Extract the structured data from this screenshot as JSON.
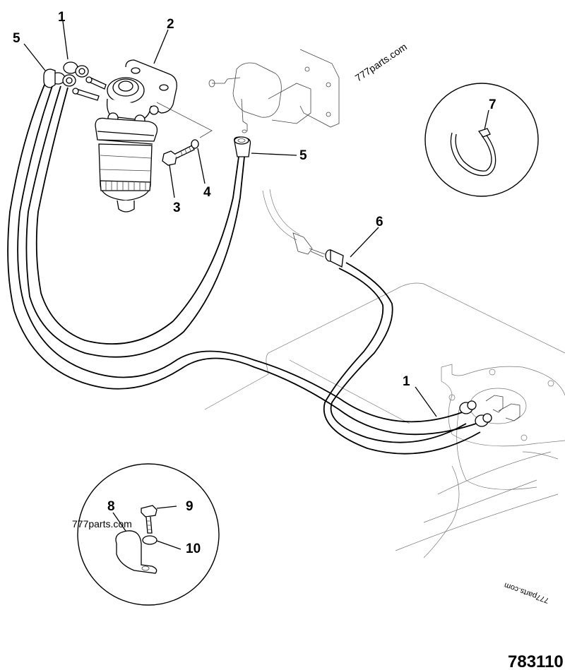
{
  "diagram": {
    "figure_number": "783110",
    "watermarks": [
      "777parts.com",
      "777parts.com",
      "777parts.com"
    ],
    "callouts": [
      {
        "id": "c1a",
        "label": "1",
        "part": "hose (filter connection)"
      },
      {
        "id": "c2",
        "label": "2",
        "part": "fuel filter assembly"
      },
      {
        "id": "c5a",
        "label": "5",
        "part": "elbow connector"
      },
      {
        "id": "c5b",
        "label": "5",
        "part": "connector at lift pump"
      },
      {
        "id": "c3",
        "label": "3",
        "part": "bolt"
      },
      {
        "id": "c4",
        "label": "4",
        "part": "washer"
      },
      {
        "id": "c6",
        "label": "6",
        "part": "hose to injection line"
      },
      {
        "id": "c7",
        "label": "7",
        "part": "cable tie"
      },
      {
        "id": "c1b",
        "label": "1",
        "part": "hose (tank connection)"
      },
      {
        "id": "c8",
        "label": "8",
        "part": "P-clip"
      },
      {
        "id": "c9",
        "label": "9",
        "part": "clip bolt"
      },
      {
        "id": "c10",
        "label": "10",
        "part": "clip washer"
      }
    ]
  }
}
